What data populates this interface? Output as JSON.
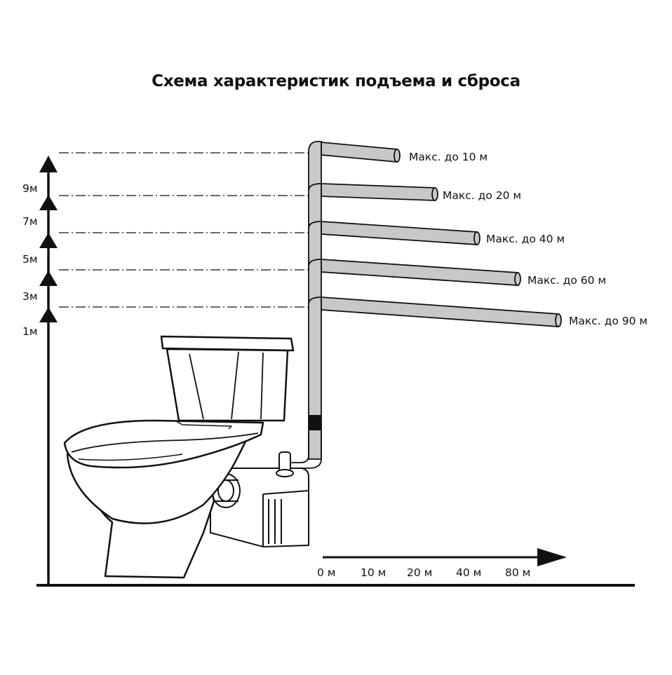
{
  "title": "Схема характеристик подъема и сброса",
  "height_labels": [
    "9м",
    "7м",
    "5м",
    "3м",
    "1м"
  ],
  "pipe_labels": [
    "Макс. до 10 м",
    "Макс. до 20 м",
    "Макс. до 40 м",
    "Макс. до 60 м",
    "Макс. до 90 м"
  ],
  "distance_labels": [
    "0 м",
    "10 м",
    "20 м",
    "40 м",
    "80 м"
  ],
  "colors": {
    "pipe_fill": "#c8c8c8",
    "ink": "#111111",
    "background": "#ffffff"
  }
}
